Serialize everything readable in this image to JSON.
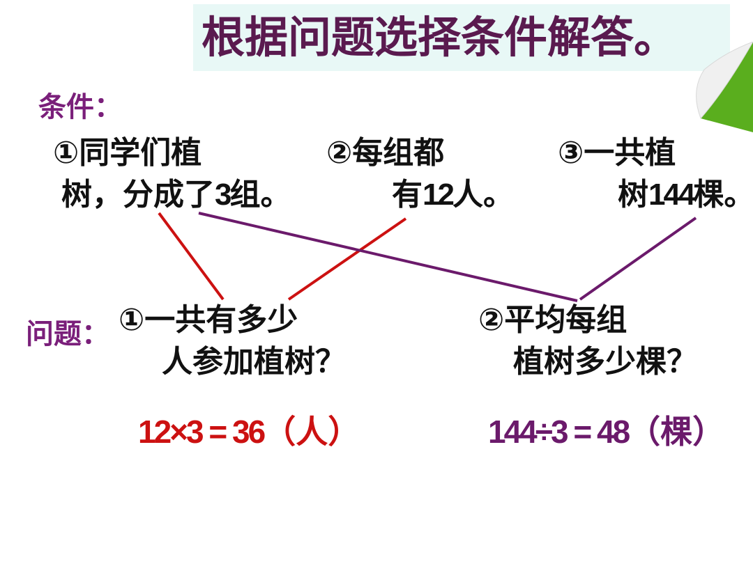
{
  "title": "根据问题选择条件解答。",
  "conditions_label": "条件：",
  "questions_label": "问题：",
  "conditions": [
    {
      "line1": "①同学们植",
      "line2_pre": "树，分成了",
      "line2_num": "3",
      "line2_post": "组。"
    },
    {
      "line1": "②每组都",
      "line2_pre": "有",
      "line2_num": "12",
      "line2_post": "人。"
    },
    {
      "line1": "③一共植",
      "line2_pre": "树",
      "line2_num": "144",
      "line2_post": "棵。"
    }
  ],
  "questions": [
    {
      "line1": "①一共有多少",
      "line2": "人参加植树？"
    },
    {
      "line1": "②平均每组",
      "line2": "植树多少棵？"
    }
  ],
  "answers": [
    {
      "expr": "12×3 = 36",
      "unit": "（人）"
    },
    {
      "expr": "144÷3 = 48",
      "unit": "（棵）"
    }
  ],
  "colors": {
    "title": "#5a1a4f",
    "title_bg": "#e8f8f6",
    "label": "#7a1f7a",
    "red_line": "#cc1111",
    "purple_line": "#6b1a6b",
    "answer_red": "#cc1111",
    "answer_purple": "#6b1a6b",
    "corner_green": "#5aae1e"
  }
}
